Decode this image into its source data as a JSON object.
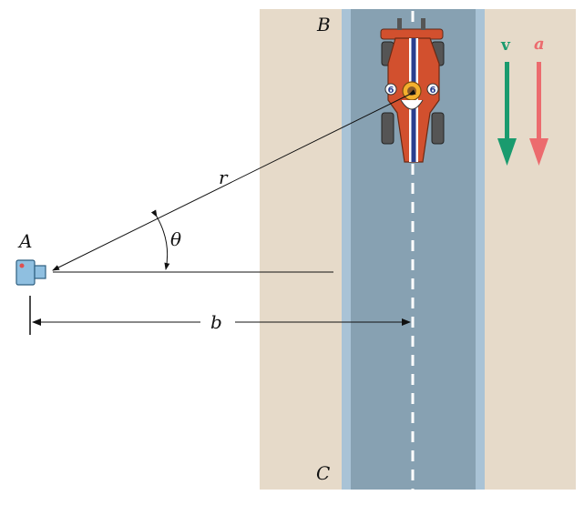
{
  "diagram": {
    "labels": {
      "point_a": "A",
      "point_b": "B",
      "point_c": "C",
      "distance_r": "r",
      "angle_theta": "θ",
      "distance_b": "b",
      "velocity": "v",
      "acceleration": "a"
    },
    "car": {
      "number": "6"
    },
    "colors": {
      "ground": "#e6dac9",
      "road": "#87a1b2",
      "road_shoulder": "#a9c3d6",
      "center_line": "#ffffff",
      "velocity_arrow": "#1a9b6e",
      "acceleration_arrow": "#ec6b6e",
      "car_body": "#d2502e",
      "camera": "#8fbfe0",
      "line": "#111111"
    }
  }
}
